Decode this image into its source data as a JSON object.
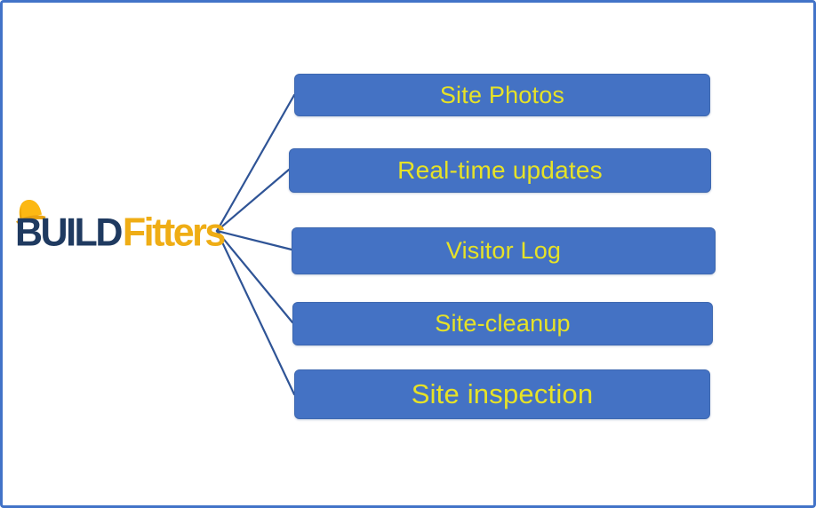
{
  "canvas": {
    "background_color": "#FFFFFF",
    "border_color": "#4273C8"
  },
  "logo": {
    "build": "BUILD",
    "fitters": "Fitters",
    "build_color": "#1F3A60",
    "fitters_color": "#EFAD15",
    "hat_icon_color": "#FCB813"
  },
  "diagram": {
    "type": "fan-out",
    "connector_color": "#2F5496",
    "node_fill_color": "#4472C4",
    "node_text_color": "#E6E227",
    "source_label": "BUILDFitters",
    "nodes": [
      {
        "label": "Site Photos"
      },
      {
        "label": "Real-time updates"
      },
      {
        "label": "Visitor Log"
      },
      {
        "label": "Site-cleanup"
      },
      {
        "label": "Site inspection"
      }
    ]
  }
}
